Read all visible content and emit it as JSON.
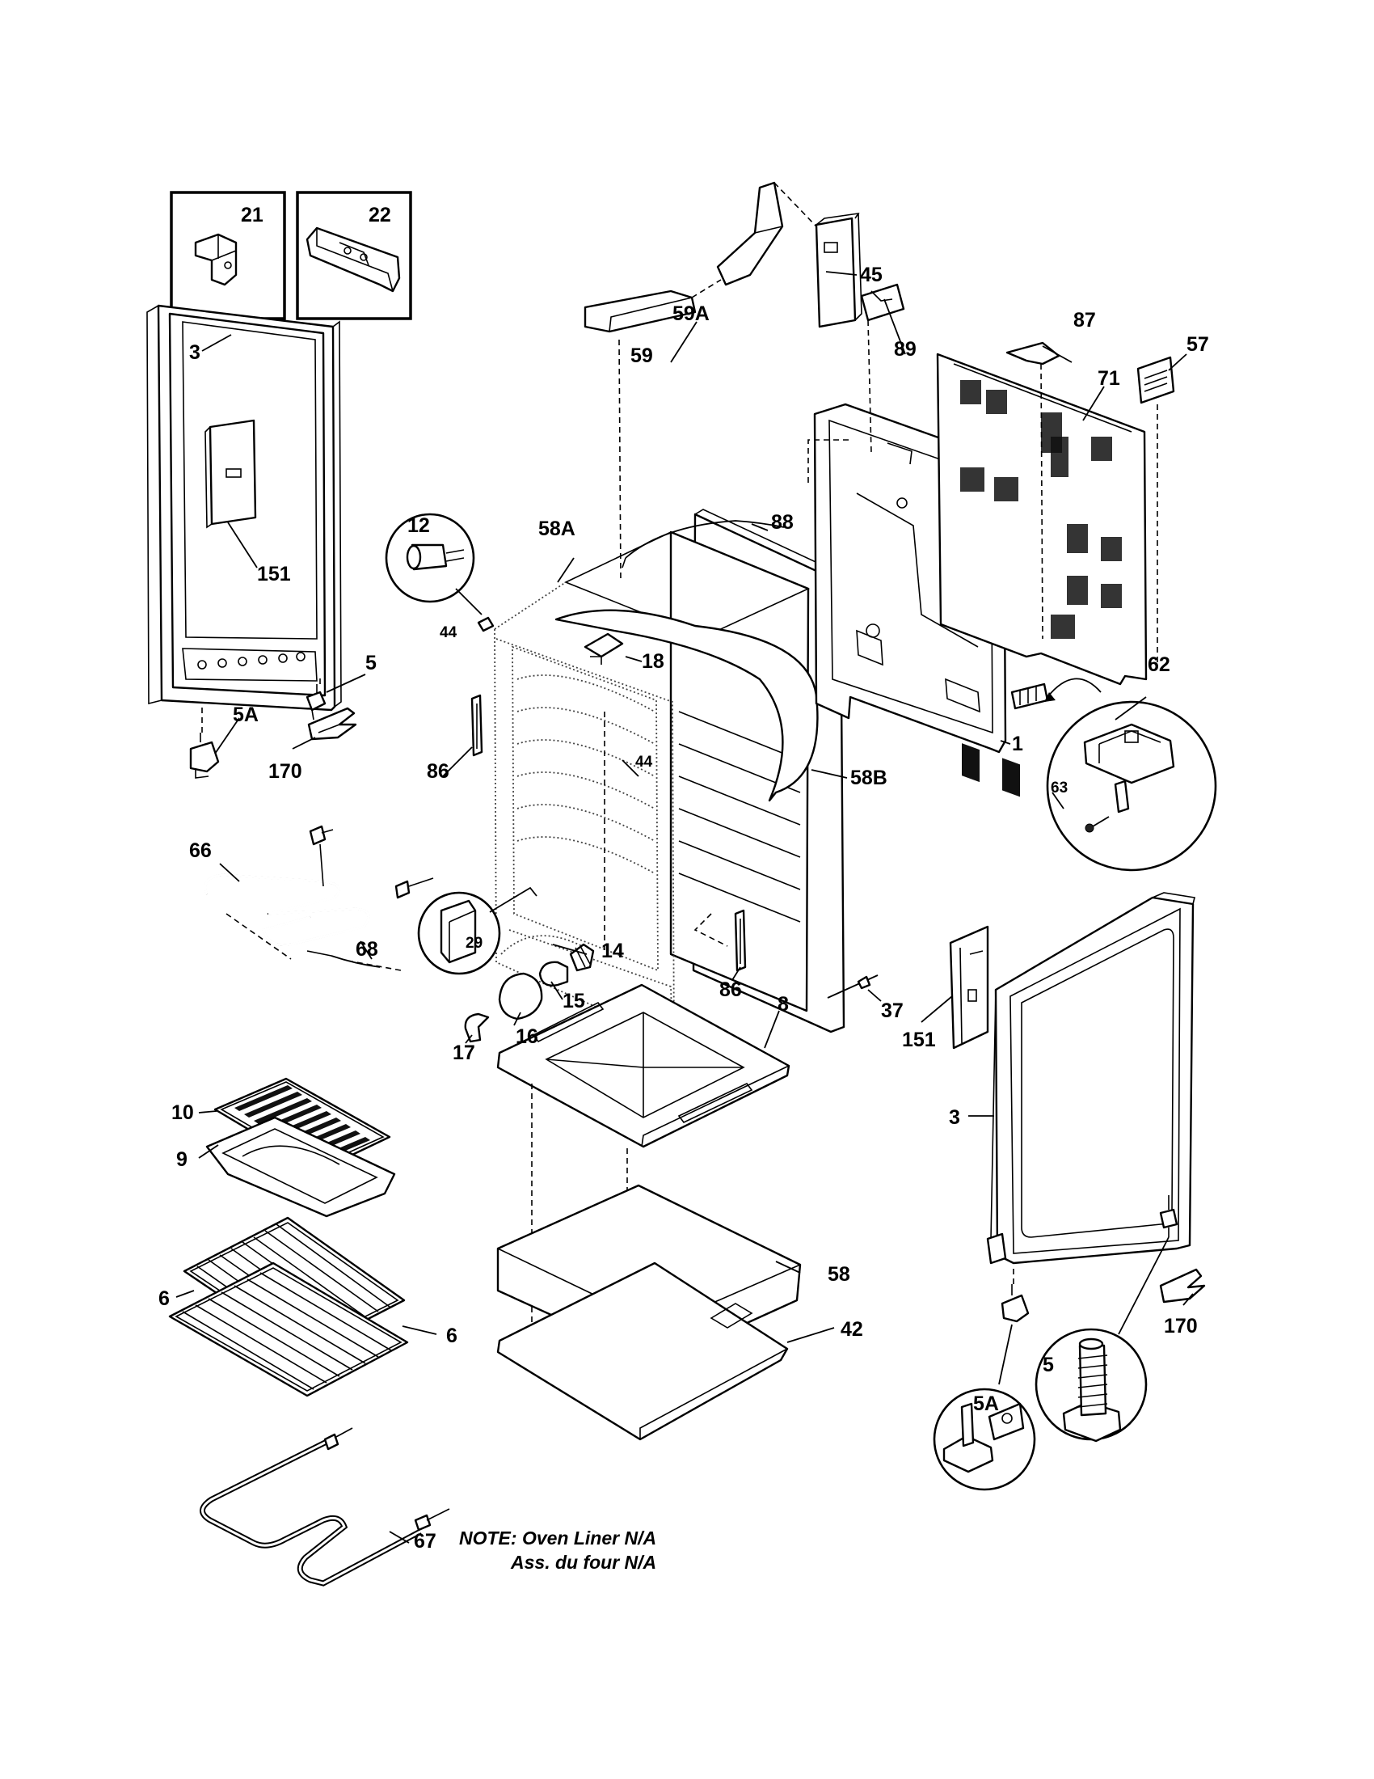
{
  "labels": {
    "p21": "21",
    "p22": "22",
    "p45": "45",
    "p59A": "59A",
    "p87": "87",
    "p57": "57",
    "p3_left": "3",
    "p59": "59",
    "p89": "89",
    "p71": "71",
    "p12": "12",
    "p58A": "58A",
    "p88": "88",
    "p151_left": "151",
    "p44_top": "44",
    "p18": "18",
    "p62": "62",
    "p5_left": "5",
    "p5A_left": "5A",
    "p170_left": "170",
    "p86_left": "86",
    "p44_mid": "44",
    "p58B": "58B",
    "p1": "1",
    "p63": "63",
    "p66": "66",
    "p29": "29",
    "p14": "14",
    "p15": "15",
    "p68": "68",
    "p16": "16",
    "p86_right": "86",
    "p17": "17",
    "p37": "37",
    "p8": "8",
    "p151_right": "151",
    "p10": "10",
    "p9": "9",
    "p3_right": "3",
    "p6_left": "6",
    "p58": "58",
    "p6_right": "6",
    "p42": "42",
    "p170_right": "170",
    "p5_right": "5",
    "p5A_right": "5A",
    "p67": "67"
  },
  "note": {
    "line1": "NOTE: Oven Liner N/A",
    "line2": "Ass. du four N/A"
  }
}
